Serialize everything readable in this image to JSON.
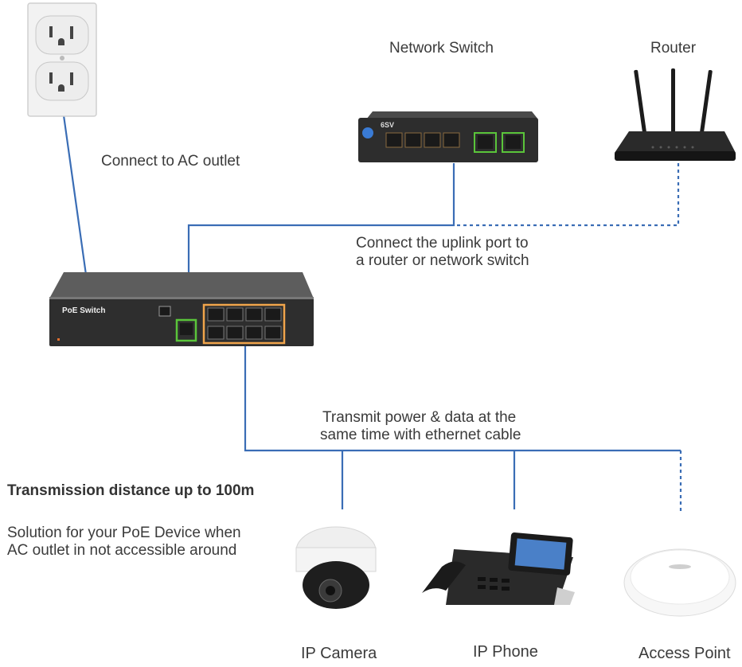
{
  "labels": {
    "network_switch": "Network Switch",
    "router": "Router",
    "ac_outlet": "Connect to AC outlet",
    "uplink_line1": "Connect the uplink port to",
    "uplink_line2": "a router or network switch",
    "transmit_line1": "Transmit power & data at the",
    "transmit_line2": "same time with ethernet cable",
    "distance": "Transmission distance up to 100m",
    "solution_line1": "Solution for your PoE Device when",
    "solution_line2": "AC outlet in not accessible around",
    "ip_camera": "IP Camera",
    "ip_phone": "IP Phone",
    "access_point": "Access Point",
    "poe_switch_badge": "PoE Switch",
    "net_switch_brand": "6SV"
  },
  "colors": {
    "cable": "#3a6db5",
    "poe_ports_highlight": "#f0a44b",
    "uplink_highlight": "#5ac53a",
    "device_dark": "#2c2c2c"
  }
}
